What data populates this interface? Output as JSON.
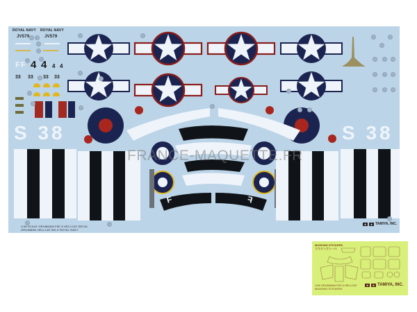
{
  "watermark": "FRANCE-MAQUETTE.FR",
  "decal_sheet": {
    "background_color": "#bcd4e8",
    "labels": {
      "royal_navy_1": "ROYAL NAVY",
      "royal_navy_2": "ROYAL NAVY",
      "serial_1": "JV579",
      "serial_2": "JV579",
      "code_left": "S 38",
      "code_right": "S 38",
      "numbers_large": [
        "4",
        "4"
      ],
      "numbers_small": [
        "4",
        "4"
      ],
      "numbers_33": [
        "33",
        "33",
        "33",
        "33"
      ],
      "letter_f_1": "F",
      "letter_f_2": "F",
      "fuselage_F_1": "F",
      "fuselage_F_2": "F",
      "footer_line_1": "1/48 SCALE GRUMMAN F6F-5 HELLCAT DECAL",
      "footer_line_2": "GRUMMAN HELLCAT MK.II ROYAL NAVY",
      "tamiya": "TAMIYA, INC."
    },
    "colors": {
      "navy_blue": "#1b2450",
      "insignia_red": "#8a1c1a",
      "roundel_red": "#a8261e",
      "white": "#eef4fa",
      "stripe_black": "#101418",
      "yellow": "#e2b71e",
      "grey_bar": "#6c7378"
    }
  },
  "mask_sheet": {
    "title": "MASKING STICKERS",
    "subtitle": "マスキングシール",
    "footer_1": "1/48 GRUMMAN F6F-5 HELLCAT",
    "footer_2": "MASKING STICKERS",
    "tamiya": "TAMIYA, INC.",
    "background_color": "#d8ef7a"
  }
}
